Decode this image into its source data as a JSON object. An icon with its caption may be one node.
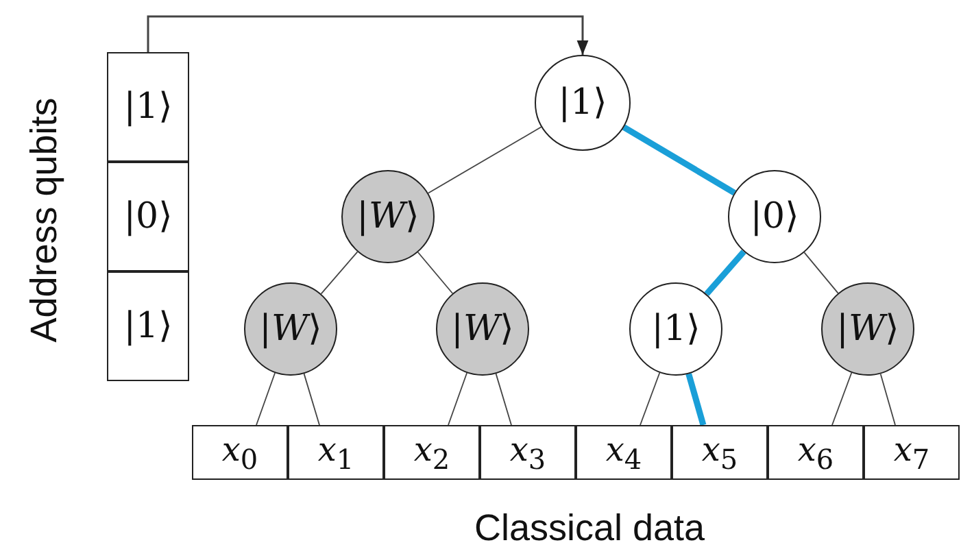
{
  "diagram": {
    "nodes": [
      {
        "text": [
          "|1⟩"
        ]
      },
      {
        "text": [
          "|0⟩"
        ]
      },
      {
        "text": [
          "|1⟩"
        ]
      },
      {
        "text": [
          "|1⟩"
        ]
      },
      {
        "text": [
          "|*W*⟩"
        ]
      },
      {
        "text": [
          "|0⟩"
        ]
      },
      {
        "text": [
          "|*W*⟩"
        ]
      },
      {
        "text": [
          "|*W*⟩"
        ]
      },
      {
        "text": [
          "|1⟩"
        ]
      },
      {
        "text": [
          "|*W*⟩"
        ]
      },
      {
        "text": [
          "*x*$_{0}$"
        ]
      },
      {
        "text": [
          "*x*$_{1}$"
        ]
      },
      {
        "text": [
          "*x*$_{2}$"
        ]
      },
      {
        "text": [
          "*x*$_{3}$"
        ]
      },
      {
        "text": [
          "*x*$_{4}$"
        ]
      },
      {
        "text": [
          "*x*$_{5}$"
        ]
      },
      {
        "text": [
          "*x*$_{6}$"
        ]
      },
      {
        "text": [
          "*x*$_{7}$"
        ]
      }
    ],
    "edges": [
      {
        "from": 0,
        "to": 3,
        "arrow": "to"
      },
      {
        "from": 3,
        "to": 4,
        "arrow": "none"
      },
      {
        "from": 3,
        "to": 5,
        "arrow": "none",
        "style": "thick",
        "color": "#1a9fd8"
      },
      {
        "from": 4,
        "to": 6,
        "arrow": "none"
      },
      {
        "from": 4,
        "to": 7,
        "arrow": "none"
      },
      {
        "from": 5,
        "to": 8,
        "arrow": "none",
        "style": "thick",
        "color": "#1a9fd8"
      },
      {
        "from": 5,
        "to": 9,
        "arrow": "none"
      },
      {
        "from": 6,
        "to": 10,
        "arrow": "none"
      },
      {
        "from": 6,
        "to": 11,
        "arrow": "none"
      },
      {
        "from": 7,
        "to": 12,
        "arrow": "none"
      },
      {
        "from": 7,
        "to": 13,
        "arrow": "none"
      },
      {
        "from": 8,
        "to": 14,
        "arrow": "none"
      },
      {
        "from": 8,
        "to": 15,
        "arrow": "none",
        "style": "thick",
        "color": "#1a9fd8"
      },
      {
        "from": 9,
        "to": 16,
        "arrow": "none"
      },
      {
        "from": 9,
        "to": 17,
        "arrow": "none"
      }
    ],
    "labels": [
      "Address qubits",
      "Classical data"
    ]
  }
}
